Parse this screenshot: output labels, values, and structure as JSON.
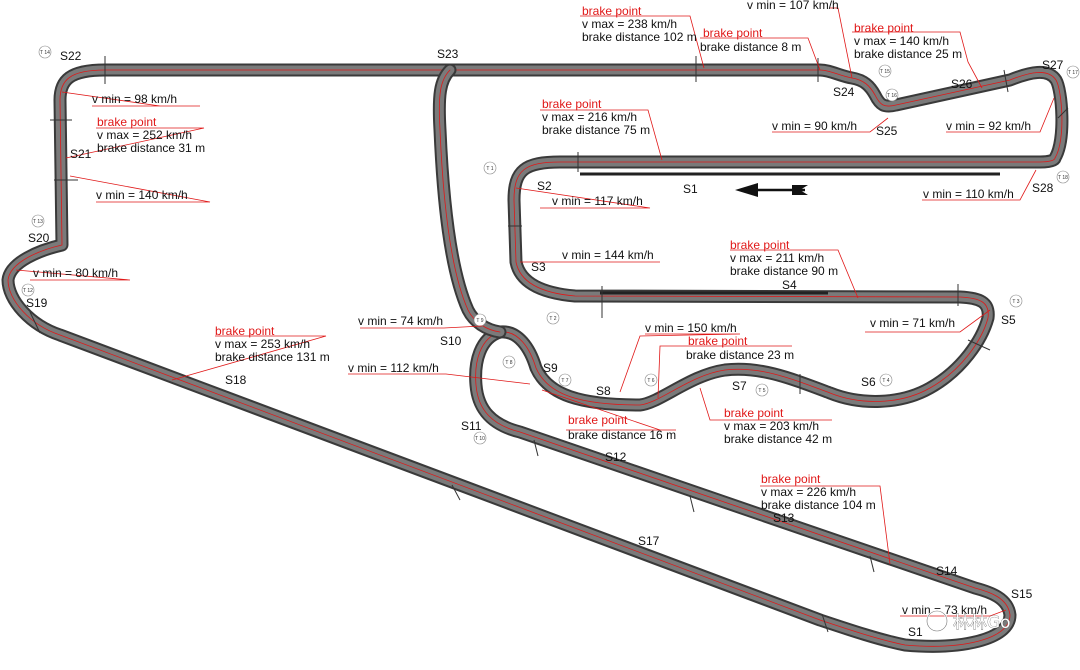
{
  "sections": [
    {
      "id": "s1",
      "text": "S1"
    },
    {
      "id": "s2",
      "text": "S2"
    },
    {
      "id": "s3",
      "text": "S3"
    },
    {
      "id": "s4",
      "text": "S4"
    },
    {
      "id": "s5",
      "text": "S5"
    },
    {
      "id": "s6",
      "text": "S6"
    },
    {
      "id": "s7",
      "text": "S7"
    },
    {
      "id": "s8",
      "text": "S8"
    },
    {
      "id": "s9",
      "text": "S9"
    },
    {
      "id": "s10",
      "text": "S10"
    },
    {
      "id": "s11",
      "text": "S11"
    },
    {
      "id": "s12",
      "text": "S12"
    },
    {
      "id": "s13",
      "text": "S13"
    },
    {
      "id": "s14",
      "text": "S14"
    },
    {
      "id": "s15",
      "text": "S15"
    },
    {
      "id": "s16",
      "text": "S1"
    },
    {
      "id": "s17",
      "text": "S17"
    },
    {
      "id": "s18",
      "text": "S18"
    },
    {
      "id": "s19",
      "text": "S19"
    },
    {
      "id": "s20",
      "text": "S20"
    },
    {
      "id": "s21",
      "text": "S21"
    },
    {
      "id": "s22",
      "text": "S22"
    },
    {
      "id": "s23",
      "text": "S23"
    },
    {
      "id": "s24",
      "text": "S24"
    },
    {
      "id": "s25",
      "text": "S25"
    },
    {
      "id": "s26",
      "text": "S26"
    },
    {
      "id": "s27",
      "text": "S27"
    },
    {
      "id": "s28",
      "text": "S28"
    }
  ],
  "turns": [
    "T 1",
    "T 2",
    "T 3",
    "T 4",
    "T 5",
    "T 6",
    "T 7",
    "T 8",
    "T 9",
    "T 10",
    "T 12",
    "T 13",
    "T 14",
    "T 15",
    "T 16",
    "T 17",
    "T 18"
  ],
  "vmin": {
    "s24_top": "v min = 107 km/h",
    "s25": "v min = 90 km/h",
    "s26": "v min = 92 km/h",
    "s28": "v min = 110 km/h",
    "s2": "v min = 117 km/h",
    "s3": "v min = 144 km/h",
    "s5": "v min = 71 km/h",
    "s8": "v min = 150 km/h",
    "s10": "v min = 74 km/h",
    "s9": "v min = 112 km/h",
    "s22": "v min = 98 km/h",
    "s21": "v min = 140 km/h",
    "s19": "v min = 80 km/h",
    "s16": "v min = 73 km/h"
  },
  "brake": {
    "heading": "brake point",
    "b1": {
      "l1": "v max = 238 km/h",
      "l2": "brake distance 102 m"
    },
    "b2": {
      "l2": "brake distance 8 m"
    },
    "b3": {
      "l1": "v max = 140 km/h",
      "l2": "brake distance 25 m"
    },
    "b4": {
      "l1": "v max = 216 km/h",
      "l2": "brake distance 75 m"
    },
    "b5": {
      "l1": "v max = 211 km/h",
      "l2": "brake distance 90 m"
    },
    "b6": {
      "l1": "v max = 252 km/h",
      "l2": "brake distance 31 m"
    },
    "b7": {
      "l1": "v max = 253 km/h",
      "l2": "brake distance 131 m"
    },
    "b8": {
      "l2": "brake distance 23 m"
    },
    "b9": {
      "l2": "brake distance 16 m"
    },
    "b10": {
      "l1": "v max = 203 km/h",
      "l2": "brake distance 42 m"
    },
    "b11": {
      "l1": "v max = 226 km/h",
      "l2": "brake distance 104 m"
    }
  },
  "watermark": "林林Go",
  "colors": {
    "track": "#6e6e6e",
    "trackEdge": "#3a3a3a",
    "accent": "#e01818",
    "text": "#111111"
  }
}
